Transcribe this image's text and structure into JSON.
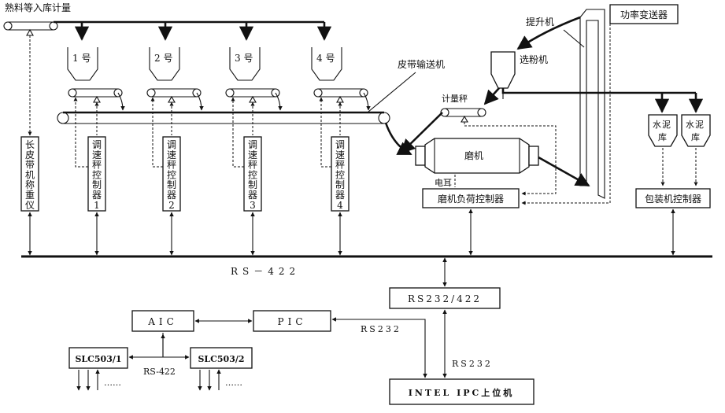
{
  "labels": {
    "top_title": "熟料等入库计量",
    "hopper1": "1 号",
    "hopper2": "2 号",
    "hopper3": "3 号",
    "hopper4": "4 号",
    "belt_conveyor": "皮带输送机",
    "elevator": "提升机",
    "power_transmitter": "功率变送器",
    "separator": "选粉机",
    "metering_scale": "计量秤",
    "mill": "磨机",
    "electric_ear": "电耳",
    "mill_load_controller": "磨机负荷控制器",
    "cement_silo_char1": "水",
    "cement_silo_char2": "泥",
    "cement_silo_char3": "库",
    "packing_controller": "包装机控制器",
    "long_belt_scale": [
      "长",
      "皮",
      "带",
      "机",
      "称",
      "重",
      "仪"
    ],
    "speed_scale_ctrl": [
      "调",
      "速",
      "秤",
      "控",
      "制",
      "器"
    ],
    "speed_ctrl_numbers": [
      "1",
      "2",
      "3",
      "4"
    ],
    "bus_rs422": "RS－422",
    "converter": "RS232/422",
    "plc": "PIC",
    "aic": "AIC",
    "slc1": "SLC503/1",
    "slc2": "SLC503/2",
    "rs422_small": "RS-422",
    "rs232_a": "RS232",
    "rs232_b": "RS232",
    "host_pc": "INTEL IPC上位机",
    "ellipsis": "……"
  }
}
